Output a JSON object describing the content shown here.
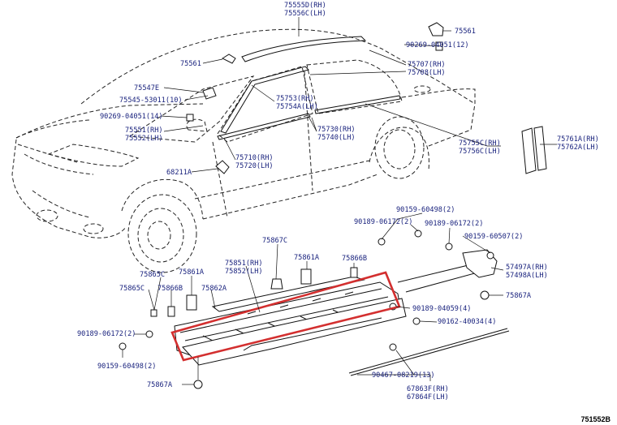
{
  "labels": {
    "l75555d": "75555D(RH)",
    "l75556c": "75556C(LH)",
    "l75561a": "75561",
    "l90269a": "90269-04051(12)",
    "l75561b": "75561",
    "l75707": "75707(RH)",
    "l75708": "75708(LH)",
    "l75547e": "75547E",
    "l75545": "75545-53011(10)",
    "l75753": "75753(RH)",
    "l75754a": "75754A(LH)",
    "l90269b": "90269-04051(14)",
    "l75551": "75551(RH)",
    "l75552": "75552(LH)",
    "l75730": "75730(RH)",
    "l75740": "75740(LH)",
    "l75755c": "75755C(RH)",
    "l75756c": "75756C(LH)",
    "l75761a": "75761A(RH)",
    "l75762a": "75762A(LH)",
    "l75710": "75710(RH)",
    "l75720": "75720(LH)",
    "l68211a": "68211A",
    "l90159a": "90159-60498(2)",
    "l90189a": "90189-06172(2)",
    "l90189b": "90189-06172(2)",
    "l90159b": "90159-60507(2)",
    "l75867c": "75867C",
    "l75861a_top": "75861A",
    "l75866b_top": "75866B",
    "l57497a": "57497A(RH)",
    "l57498a": "57498A(LH)",
    "l75851": "75851(RH)",
    "l75852": "75852(LH)",
    "l75865c_a": "75865C",
    "l75861a_mid": "75861A",
    "l75865c_b": "75865C",
    "l75866b_mid": "75866B",
    "l75862a": "75862A",
    "l75867a_r": "75867A",
    "l90189c": "90189-04059(4)",
    "l90162": "90162-40034(4)",
    "l90189d": "90189-06172(2)",
    "l90159c": "90159-60498(2)",
    "l90467": "90467-08219(13)",
    "l67863f": "67863F(RH)",
    "l67864f": "67864F(LH)",
    "l75867a_b": "75867A",
    "ref": "751552B"
  },
  "colors": {
    "label": "#1a237e",
    "highlight": "#d32f2f",
    "line": "#111111"
  }
}
